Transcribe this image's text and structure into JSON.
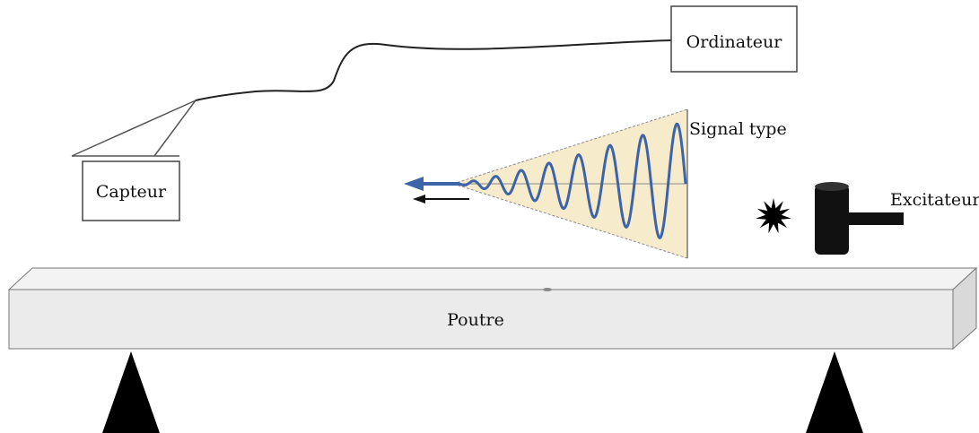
{
  "labels": {
    "computer": "Ordinateur",
    "sensor": "Capteur",
    "signal": "Signal type",
    "exciter": "Excitateur",
    "beam": "Poutre"
  },
  "colors": {
    "signal_wave": "#3d63a8",
    "signal_envelope_fill": "#f6eccc",
    "beam_front": "#ebebeb",
    "beam_top": "#f3f3f3",
    "beam_side": "#d9d9d9",
    "support": "#000000",
    "line": "#222222"
  },
  "icons": {
    "exciter": "hammer-icon",
    "impact": "impact-burst-icon",
    "direction": "arrow-left-icon"
  }
}
